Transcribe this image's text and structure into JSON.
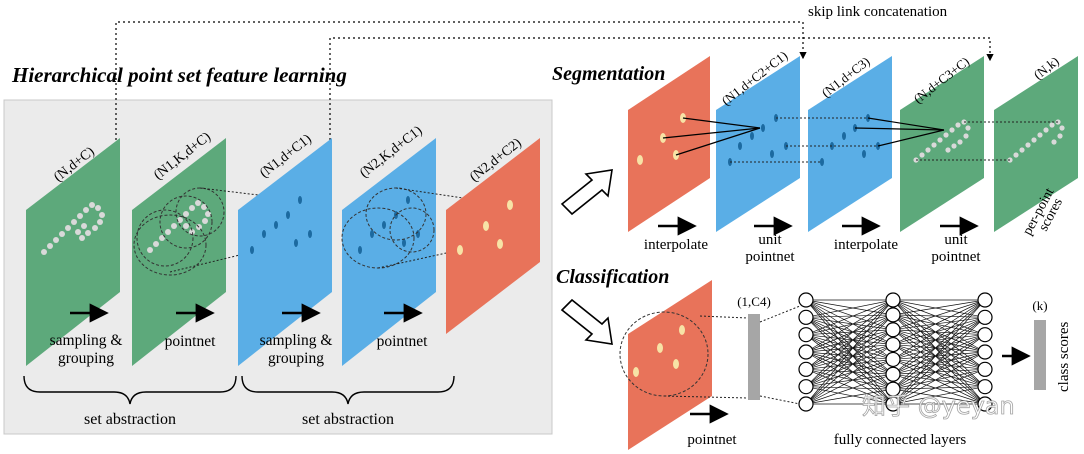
{
  "titles": {
    "main": "Hierarchical point set feature learning",
    "segmentation": "Segmentation",
    "classification": "Classification",
    "skip": "skip link concatenation"
  },
  "left": {
    "shapes": [
      "(N,d+C)",
      "(N1,K,d+C)",
      "(N1,d+C1)",
      "(N2,K,d+C1)",
      "(N2,d+C2)"
    ],
    "step1_line1": "sampling &",
    "step1_line2": "grouping",
    "step2": "pointnet",
    "step3_line1": "sampling &",
    "step3_line2": "grouping",
    "step4": "pointnet",
    "set_abstraction_1": "set abstraction",
    "set_abstraction_2": "set abstraction"
  },
  "segmentation": {
    "shapes": [
      "(N1,d+C2+C1)",
      "(N1,d+C3)",
      "(N,d+C3+C)",
      "(N,k)"
    ],
    "interpolate_1": "interpolate",
    "unit_pointnet_1_line1": "unit",
    "unit_pointnet_1_line2": "pointnet",
    "interpolate_2": "interpolate",
    "unit_pointnet_2_line1": "unit",
    "unit_pointnet_2_line2": "pointnet",
    "per_point_line1": "per-point",
    "per_point_line2": "scores"
  },
  "classification": {
    "feature_shape": "(1,C4)",
    "output_shape": "(k)",
    "pointnet": "pointnet",
    "fc_layers": "fully connected layers",
    "class_scores": "class scores"
  },
  "watermark": "知乎 @yeyan",
  "colors": {
    "green": "#5da97b",
    "blue": "#5aaee6",
    "red": "#e8735a",
    "panel_bg": "#ebebeb",
    "gray_bar": "#a6a6a6",
    "point_dot": "#1c6aa0",
    "cream_dot": "#f7e3a6"
  }
}
